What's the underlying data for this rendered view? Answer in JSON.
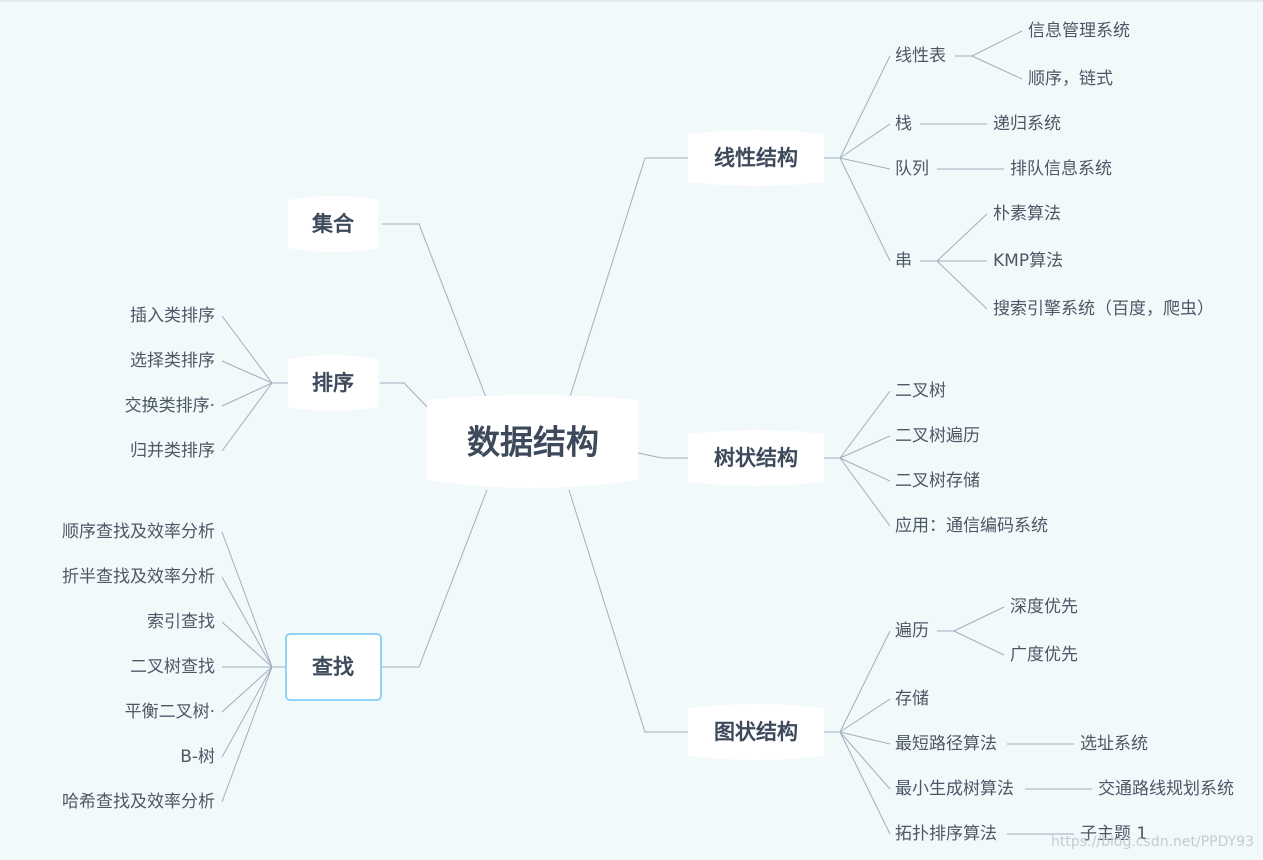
{
  "root": "数据结构",
  "left": {
    "set": {
      "label": "集合"
    },
    "sort": {
      "label": "排序",
      "items": [
        "插入类排序",
        "选择类排序",
        "交换类排序·",
        "归并类排序"
      ]
    },
    "search": {
      "label": "查找",
      "items": [
        "顺序查找及效率分析",
        "折半查找及效率分析",
        "索引查找",
        "二叉树查找",
        "平衡二叉树·",
        "B-树",
        "哈希查找及效率分析"
      ]
    }
  },
  "right": {
    "linear": {
      "label": "线性结构",
      "list": {
        "label": "线性表",
        "items": [
          "信息管理系统",
          "顺序，链式"
        ]
      },
      "stack": {
        "label": "栈",
        "item": "递归系统"
      },
      "queue": {
        "label": "队列",
        "item": "排队信息系统"
      },
      "string": {
        "label": "串",
        "items": [
          "朴素算法",
          "KMP算法",
          "搜索引擎系统（百度，爬虫）"
        ]
      }
    },
    "tree": {
      "label": "树状结构",
      "items": [
        "二叉树",
        "二叉树遍历",
        "二叉树存储",
        "应用：通信编码系统"
      ]
    },
    "graph": {
      "label": "图状结构",
      "traverse": {
        "label": "遍历",
        "items": [
          "深度优先",
          "广度优先"
        ]
      },
      "storage": {
        "label": "存储"
      },
      "shortest": {
        "label": "最短路径算法",
        "item": "选址系统"
      },
      "mst": {
        "label": "最小生成树算法",
        "item": "交通路线规划系统"
      },
      "topo": {
        "label": "拓扑排序算法",
        "item": "子主题 1"
      }
    }
  },
  "watermark": "https://blog.csdn.net/PPDY93"
}
